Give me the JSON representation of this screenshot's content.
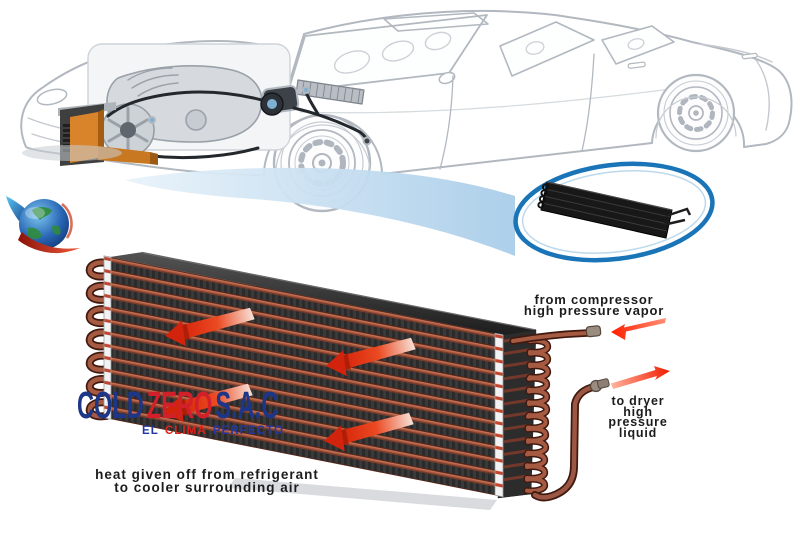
{
  "logo": {
    "company_words": {
      "w1": "COLD",
      "w2": "ZERO",
      "w3": "S.A.C"
    },
    "tagline_words": {
      "t1": "EL",
      "t2": "CLIMA",
      "t3": "PERFECTO"
    },
    "colors": {
      "navy": "#1d3687",
      "red": "#d2202a",
      "tagline_blue": "#2338a5",
      "tagline_red": "#e0241a"
    }
  },
  "callout": {
    "ring_color": "#1a74b8"
  },
  "condenser": {
    "labels": {
      "inlet": {
        "line1": "from compressor",
        "line2": "high pressure vapor"
      },
      "outlet": {
        "line1": "to dryer",
        "line2": "high",
        "line3": "pressure",
        "line4": "liquid"
      },
      "heat": {
        "line1": "heat given off from refrigerant",
        "line2": "to cooler surrounding air"
      }
    },
    "colors": {
      "copper": "#a65a42",
      "fin_dark": "#2e2e2e",
      "arrow_red": "#e23410",
      "highlight_orange": "#d9832b",
      "beam_blue": "#bcd7ec"
    }
  }
}
